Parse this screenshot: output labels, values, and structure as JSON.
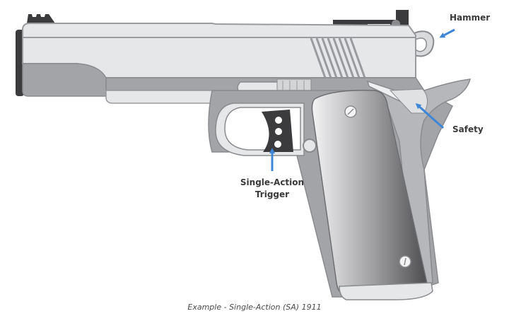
{
  "diagram": {
    "subject": "Single-Action 1911 pistol",
    "labels": {
      "hammer": "Hammer",
      "safety": "Safety",
      "trigger_line1": "Single-Action",
      "trigger_line2": "Trigger"
    },
    "caption": "Example - Single-Action (SA) 1911",
    "colors": {
      "arrow": "#3f86d6",
      "slide": "#e6e7e9",
      "frame": "#a3a4a7",
      "outline": "#8a8b8e",
      "dark_parts": "#3b3b3d",
      "label_text": "#3a3a3a"
    }
  }
}
